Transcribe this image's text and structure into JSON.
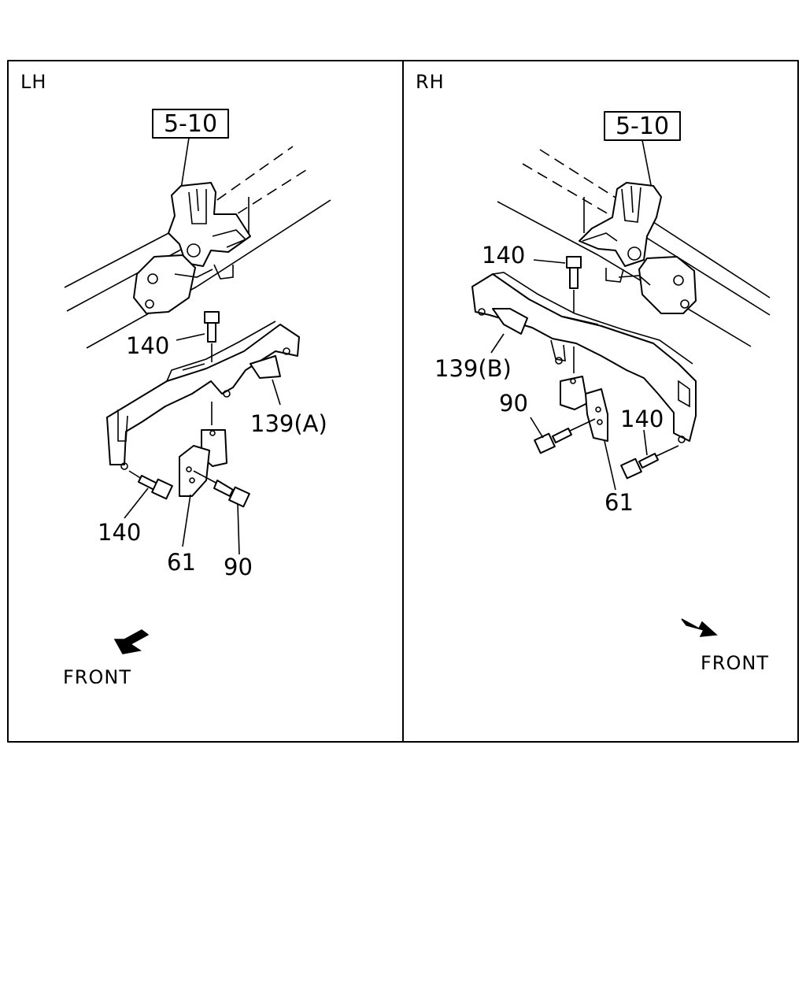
{
  "panels": {
    "left": {
      "title": "LH",
      "ref_box": "5-10",
      "callouts": {
        "bolt_top": "140",
        "bracket": "139(A)",
        "bolt_side": "140",
        "plate": "61",
        "bolt_plate": "90"
      },
      "direction": "FRONT"
    },
    "right": {
      "title": "RH",
      "ref_box": "5-10",
      "callouts": {
        "bolt_top": "140",
        "bracket": "139(B)",
        "bolt_plate": "90",
        "bolt_side": "140",
        "plate": "61"
      },
      "direction": "FRONT"
    }
  }
}
